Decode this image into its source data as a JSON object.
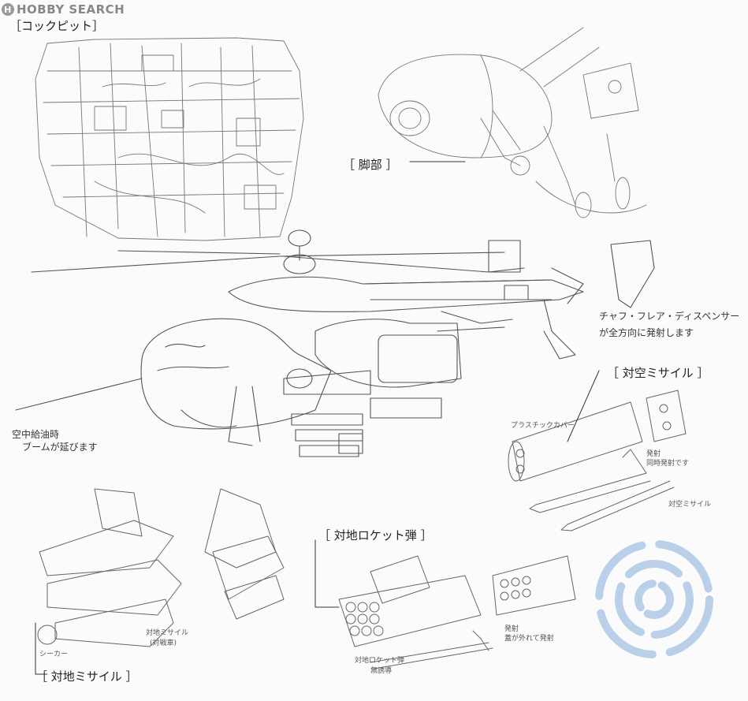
{
  "logo": {
    "mark": "H",
    "text": "HOBBY SEARCH"
  },
  "labels": {
    "cockpit": "［コックピット］",
    "landing_gear": "［ 脚部 ］",
    "aa_missile": "［ 対空ミサイル ］",
    "ground_rocket": "［ 対地ロケット弾 ］",
    "ag_missile": "［ 対地ミサイル ］"
  },
  "notes": {
    "chaff": "チャフ・フレア・ディスペンサー",
    "chaff2": "が全方向に発射します",
    "refuel": "空中給油時",
    "refuel2": "ブームが延びます",
    "plastic_cover": "プラスチックカバー",
    "aa_fire": "発射",
    "aa_fire2": "同時発射です",
    "aa_missile_note": "対空ミサイル",
    "rocket_fire": "発射",
    "rocket_fire2": "蓋が外れて発射",
    "rocket_note": "対地ロケット弾",
    "rocket_note2": "無誘導",
    "seeker": "シーカー",
    "ag_note": "対地ミサイル",
    "ag_note2": "(対戦車)"
  },
  "colors": {
    "ink": "#555555",
    "watermark": "#a9c6e4",
    "paper": "#fbfbfb"
  }
}
